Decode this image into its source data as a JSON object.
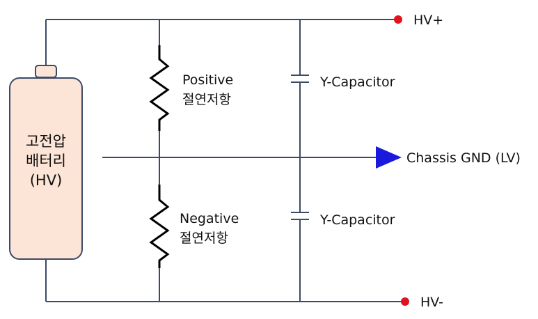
{
  "colors": {
    "wire": "#3b4a66",
    "resistor": "#000000",
    "battery_fill": "#fce4d6",
    "battery_stroke": "#3b4a66",
    "terminal_dot": "#e0141e",
    "ground_arrow": "#1a1adc"
  },
  "battery": {
    "line1": "고전압",
    "line2": "배터리",
    "line3": "(HV)"
  },
  "terminals": {
    "hv_plus": "HV+",
    "hv_minus": "HV-"
  },
  "resistors": {
    "positive_line1": "Positive",
    "positive_line2": "절연저항",
    "negative_line1": "Negative",
    "negative_line2": "절연저항"
  },
  "capacitors": {
    "top_label": "Y-Capacitor",
    "bottom_label": "Y-Capacitor"
  },
  "ground": {
    "label": "Chassis GND (LV)",
    "icon": "triangle-arrow-icon"
  }
}
